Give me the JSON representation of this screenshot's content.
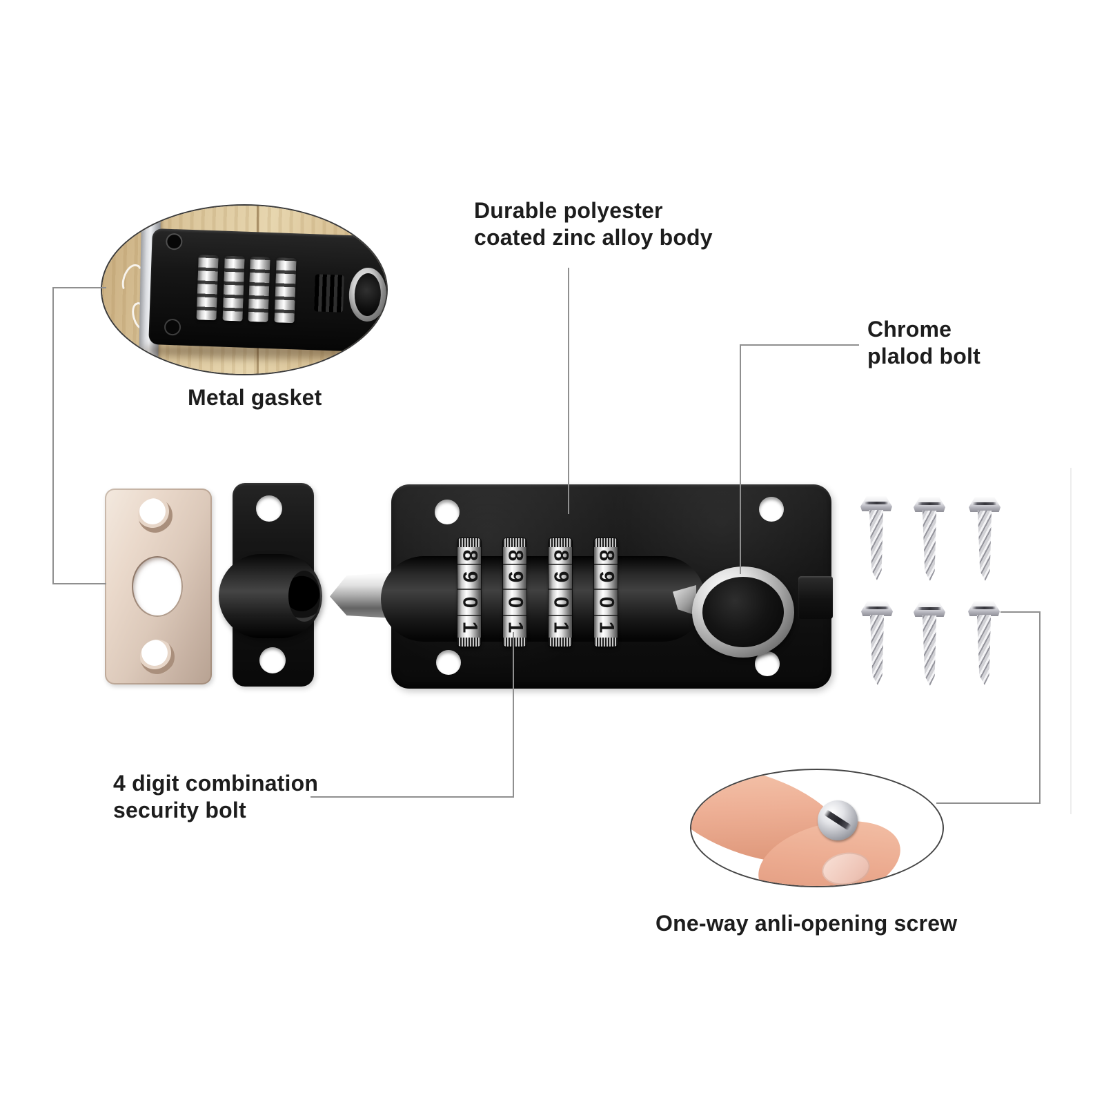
{
  "labels": {
    "zinc_body": {
      "line1": "Durable polyester",
      "line2": "coated zinc alloy body"
    },
    "chrome_bolt": {
      "line1": "Chrome",
      "line2": "plalod bolt"
    },
    "metal_gasket": {
      "text": "Metal gasket"
    },
    "combination_bolt": {
      "line1": "4 digit combination",
      "line2": "security bolt"
    },
    "one_way_screw": {
      "text": "One-way anli-opening screw"
    }
  },
  "dials": {
    "count": 4,
    "digits": [
      "8",
      "9",
      "0",
      "1"
    ]
  },
  "screws": {
    "count": 6,
    "rows": 2,
    "cols": 3
  },
  "colors": {
    "background": "#ffffff",
    "label_text": "#1d1d1d",
    "leader_line": "#8f8f8f",
    "lock_body": "#141414",
    "chrome": "#d9d9de",
    "gasket_metal": "#e3d2c4",
    "wood": "#dcc79d",
    "skin": "#eeb096"
  }
}
